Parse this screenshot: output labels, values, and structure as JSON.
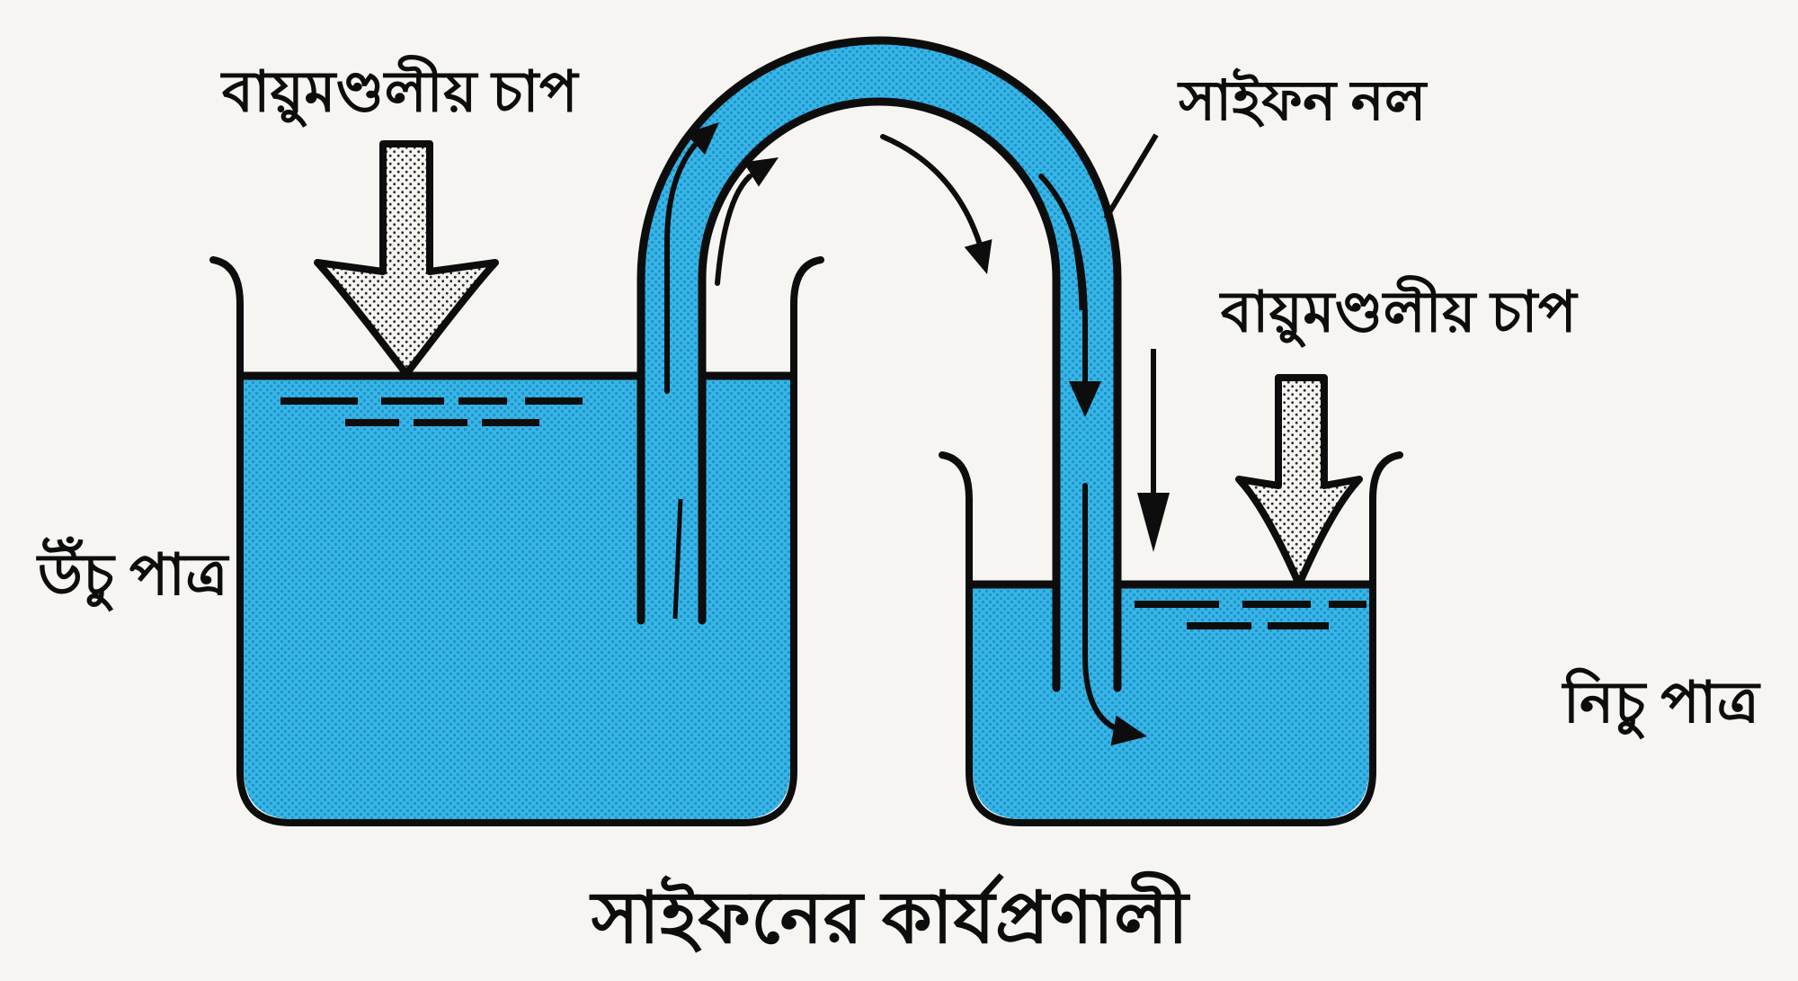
{
  "title": "সাইফনের কার্যপ্রণালী",
  "labels": {
    "atm_left": "বায়ুমণ্ডলীয় চাপ",
    "atm_right": "বায়ুমণ্ডলীয় চাপ",
    "siphon_tube": "সাইফন নল",
    "high_container": "উঁচু পাত্র",
    "low_container": "নিচু পাত্র"
  },
  "colors": {
    "background": "#f7f5f2",
    "water_base": "#39b4e6",
    "water_dot": "#1e96c8",
    "outline": "#0d0d0d",
    "pressure_arrow_fill": "#f6f4f1",
    "pressure_arrow_dot": "#2b2b2b"
  }
}
